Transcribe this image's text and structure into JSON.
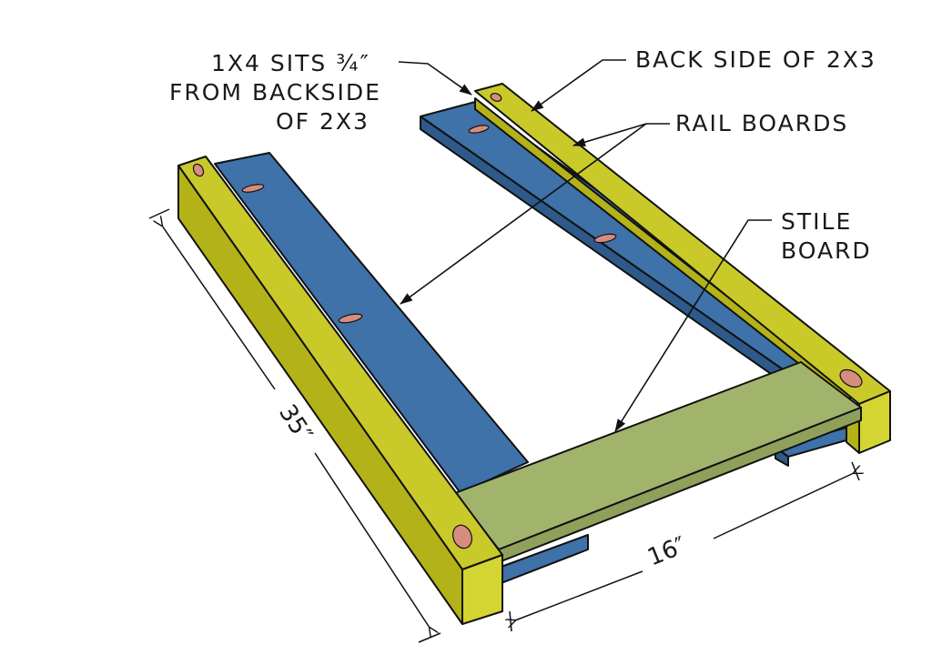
{
  "labels": {
    "sits_line1": "1X4 SITS ¾″",
    "sits_line2": "FROM BACKSIDE",
    "sits_line3": "OF 2X3",
    "back_side": "BACK SIDE OF 2X3",
    "rail_boards": "RAIL BOARDS",
    "stile_line1": "STILE",
    "stile_line2": "BOARD"
  },
  "dimensions": {
    "length": "35″",
    "width": "16″"
  },
  "colors": {
    "leg_top": "#c9c92a",
    "leg_side": "#b3b319",
    "leg_end": "#d4d433",
    "rail_top": "#3e72a8",
    "rail_side": "#2d5a8a",
    "stile_top": "#a2b46c",
    "stile_side": "#8ea05a",
    "pocket_hole": "#d68c7e"
  }
}
